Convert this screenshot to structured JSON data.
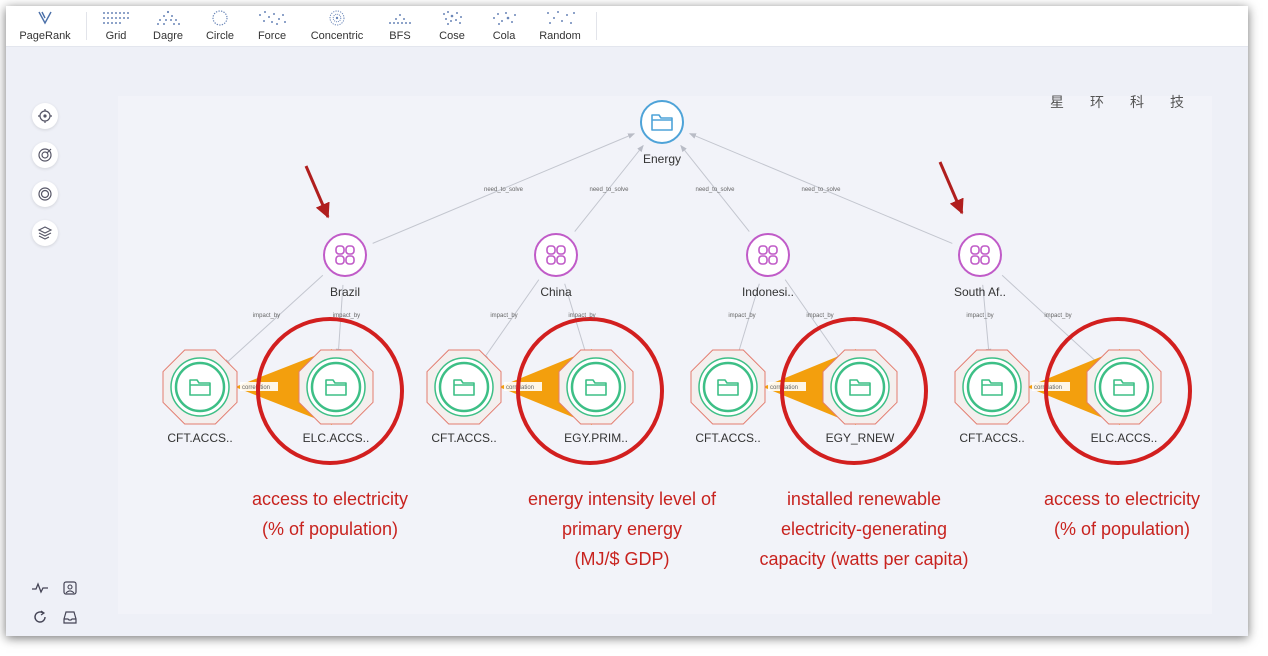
{
  "toolbar": {
    "items": [
      {
        "label": "PageRank",
        "icon": "pagerank-icon"
      },
      {
        "label": "Grid",
        "icon": "grid-layout-icon"
      },
      {
        "label": "Dagre",
        "icon": "dagre-layout-icon"
      },
      {
        "label": "Circle",
        "icon": "circle-layout-icon"
      },
      {
        "label": "Force",
        "icon": "force-layout-icon"
      },
      {
        "label": "Concentric",
        "icon": "concentric-layout-icon"
      },
      {
        "label": "BFS",
        "icon": "bfs-layout-icon"
      },
      {
        "label": "Cose",
        "icon": "cose-layout-icon"
      },
      {
        "label": "Cola",
        "icon": "cola-layout-icon"
      },
      {
        "label": "Random",
        "icon": "random-layout-icon"
      }
    ]
  },
  "brand": "星环科技",
  "left_tools": [
    "locate-icon",
    "focus-icon",
    "center-icon",
    "layers-icon"
  ],
  "bottom_tools": [
    "activity-icon",
    "image-export-icon",
    "refresh-icon",
    "inbox-icon"
  ],
  "graph": {
    "root": {
      "label": "Energy"
    },
    "countries": [
      {
        "label": "Brazil"
      },
      {
        "label": "China"
      },
      {
        "label": "Indonesi.."
      },
      {
        "label": "South Af.."
      }
    ],
    "indicators": [
      {
        "label": "CFT.ACCS.."
      },
      {
        "label": "ELC.ACCS.."
      },
      {
        "label": "CFT.ACCS.."
      },
      {
        "label": "EGY.PRIM.."
      },
      {
        "label": "CFT.ACCS.."
      },
      {
        "label": "EGY_RNEW"
      },
      {
        "label": "CFT.ACCS.."
      },
      {
        "label": "ELC.ACCS.."
      }
    ],
    "edge_labels": {
      "need": "need_to_solve",
      "impact": "impact_by",
      "correlation": "correlation"
    }
  },
  "annotations": [
    {
      "lines": [
        "access to electricity",
        "(% of population)"
      ]
    },
    {
      "lines": [
        "energy intensity level of",
        "primary energy",
        "(MJ/$ GDP)"
      ]
    },
    {
      "lines": [
        "installed renewable",
        "electricity-generating",
        "capacity (watts per capita)"
      ]
    },
    {
      "lines": [
        "access to electricity",
        "(% of population)"
      ]
    }
  ],
  "colors": {
    "root": "#4ea3d8",
    "country": "#c05bc8",
    "indicator": "#3dbf86",
    "highlight": "#d21f1f",
    "correlation": "#f29a00",
    "octagon": "#e37c6f"
  }
}
